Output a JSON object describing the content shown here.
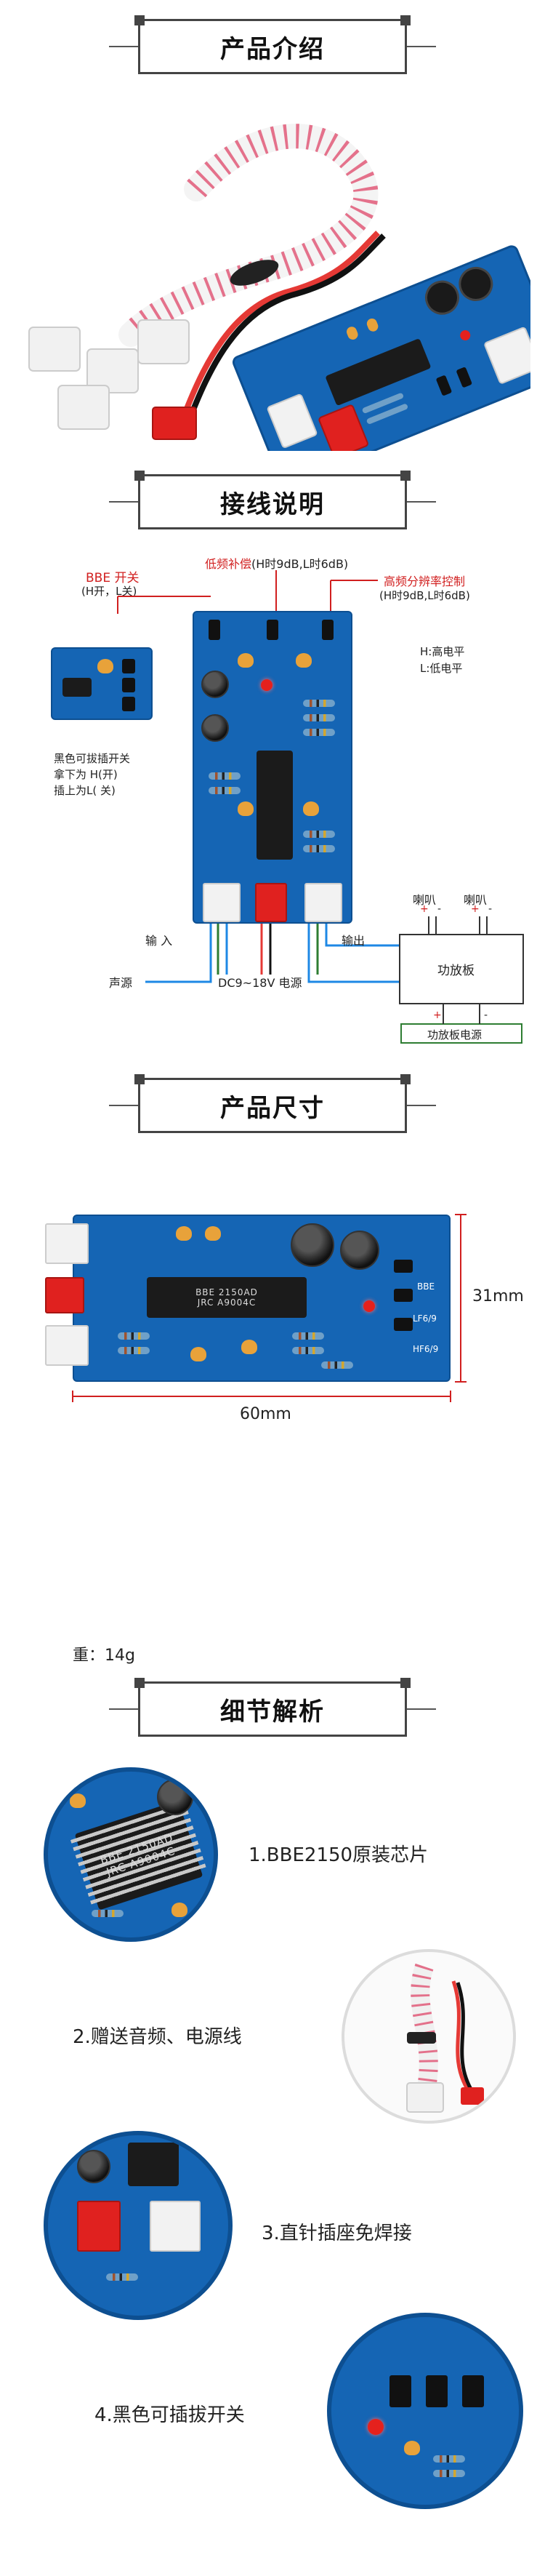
{
  "sections": {
    "intro": "产品介绍",
    "wiring": "接线说明",
    "size": "产品尺寸",
    "details": "细节解析"
  },
  "wiring": {
    "bbe_switch": "BBE 开关",
    "bbe_switch_note": "(H开，L关)",
    "bass_comp": "低频补偿",
    "bass_comp_note": "(H时9dB,L时6dB)",
    "hf_control": "高频分辨率控制",
    "hf_control_note": "(H时9dB,L时6dB)",
    "legend_h": "H:高电平",
    "legend_l": "L:低电平",
    "jumper_note_1": "黑色可拔插开关",
    "jumper_note_2": "拿下为 H(开)",
    "jumper_note_3": "插上为L( 关)",
    "input": "输 入",
    "output": "输出",
    "source": "声源",
    "power": "DC9~18V 电源",
    "speaker_left": "喇叭",
    "speaker_right": "喇叭",
    "plus": "+",
    "minus": "-",
    "amp": "功放板",
    "amp_power": "功放板电源"
  },
  "size": {
    "height": "31mm",
    "width": "60mm",
    "weight": "重：14g",
    "chip_text_1": "BBE 2150AD",
    "chip_text_2": "JRC A9004C",
    "side_label_1": "BBE",
    "side_label_2": "LF6/9",
    "side_label_3": "HF6/9"
  },
  "details": {
    "item1": "1.BBE2150原装芯片",
    "item2": "2.赠送音频、电源线",
    "item3": "3.直针插座免焊接",
    "item4": "4.黑色可插拔开关",
    "chip_text_1": "BBE 2150AD",
    "chip_text_2": "JRC A9004C"
  },
  "colors": {
    "pcb": "#1565b4",
    "accent_red": "#d11f1f",
    "wire_blue": "#1e88e5",
    "wire_red": "#e53935",
    "wire_green": "#2e7d32",
    "wire_black": "#111111"
  }
}
